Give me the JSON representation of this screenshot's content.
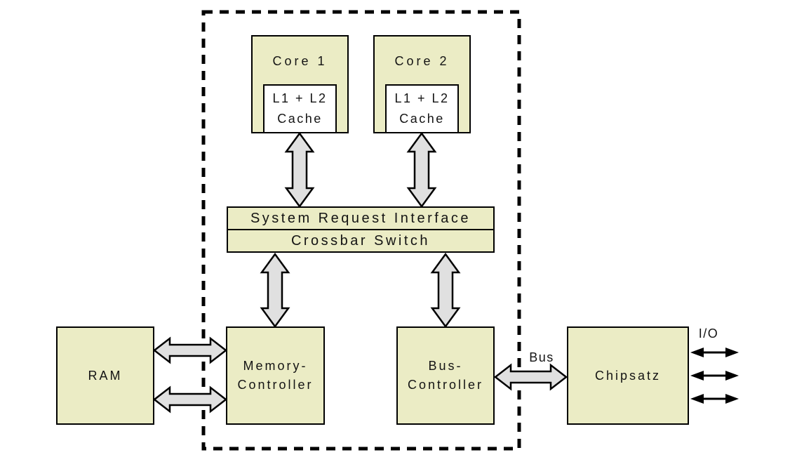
{
  "diagram": {
    "description": "Dual-core CPU block diagram with dashed die boundary",
    "colors": {
      "box_fill": "#ebecc5",
      "cache_fill": "#ffffff",
      "arrow_fill": "#e0e0e0",
      "line": "#000000",
      "background": "#ffffff"
    },
    "nodes": {
      "core1": {
        "label": "Core 1"
      },
      "core2": {
        "label": "Core 2"
      },
      "cache1": {
        "line1": "L1 + L2",
        "line2": "Cache"
      },
      "cache2": {
        "line1": "L1 + L2",
        "line2": "Cache"
      },
      "sri": {
        "label": "System Request Interface"
      },
      "crossbar": {
        "label": "Crossbar Switch"
      },
      "ram": {
        "label": "RAM"
      },
      "memory_controller": {
        "line1": "Memory-",
        "line2": "Controller"
      },
      "bus_controller": {
        "line1": "Bus-",
        "line2": "Controller"
      },
      "chipsatz": {
        "label": "Chipsatz"
      }
    },
    "labels": {
      "bus": "Bus",
      "io": "I/O"
    },
    "connections": [
      {
        "from": "Core 1",
        "to": "System Request Interface",
        "style": "fat-double-arrow",
        "count": 1
      },
      {
        "from": "Core 2",
        "to": "System Request Interface",
        "style": "fat-double-arrow",
        "count": 1
      },
      {
        "from": "Crossbar Switch",
        "to": "Memory-Controller",
        "style": "fat-double-arrow",
        "count": 1
      },
      {
        "from": "Crossbar Switch",
        "to": "Bus-Controller",
        "style": "fat-double-arrow",
        "count": 1
      },
      {
        "from": "RAM",
        "to": "Memory-Controller",
        "style": "fat-double-arrow",
        "count": 2
      },
      {
        "from": "Bus-Controller",
        "to": "Chipsatz",
        "style": "fat-double-arrow",
        "count": 1,
        "label": "Bus"
      },
      {
        "from": "Chipsatz",
        "to": "I/O",
        "style": "thin-double-arrow",
        "count": 3,
        "label": "I/O"
      }
    ]
  }
}
